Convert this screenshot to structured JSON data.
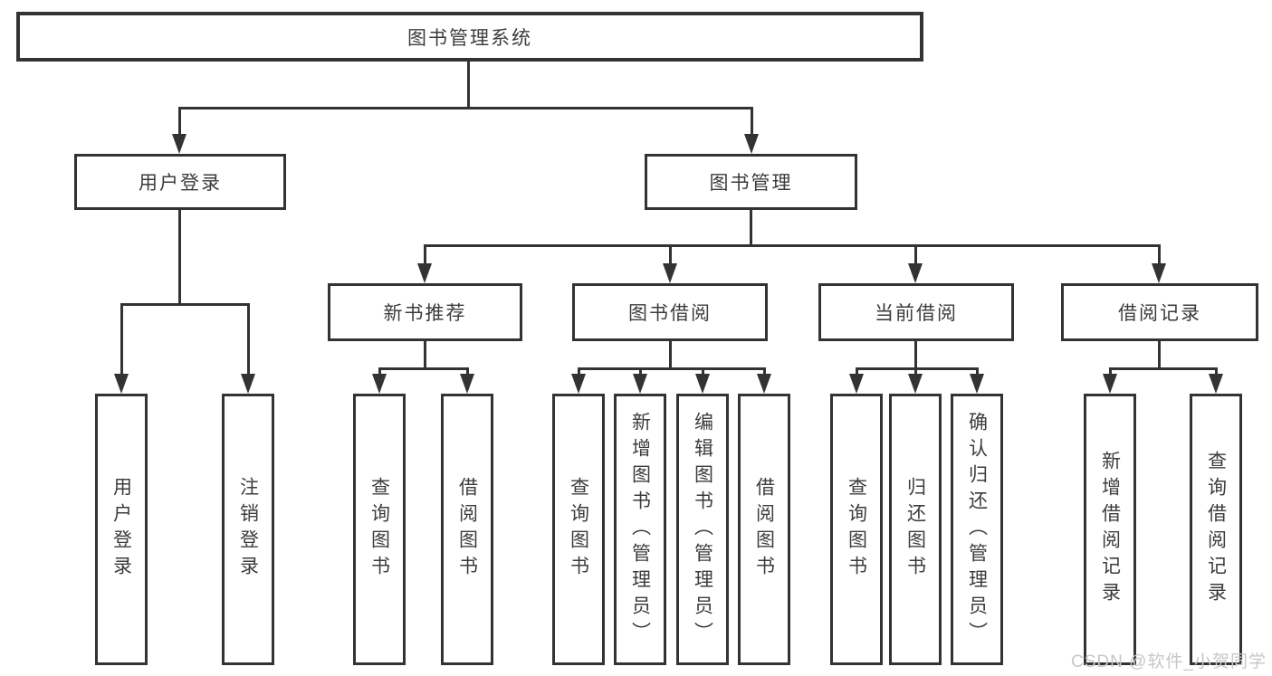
{
  "diagram": {
    "title": "图书管理系统",
    "root": {
      "label": "图书管理系统"
    },
    "level2": [
      {
        "label": "用户登录"
      },
      {
        "label": "图书管理"
      }
    ],
    "level3": [
      {
        "label": "新书推荐"
      },
      {
        "label": "图书借阅"
      },
      {
        "label": "当前借阅"
      },
      {
        "label": "借阅记录"
      }
    ],
    "leaves": {
      "user_login": [
        "用户登录",
        "注销登录"
      ],
      "new_book": [
        "查询图书",
        "借阅图书"
      ],
      "book_borrow": [
        "查询图书",
        "新增图书（管理员）",
        "编辑图书（管理员）",
        "借阅图书"
      ],
      "current_borrow": [
        "查询图书",
        "归还图书",
        "确认归还（管理员）"
      ],
      "borrow_records": [
        "新增借阅记录",
        "查询借阅记录"
      ]
    },
    "watermark": "CSDN @软件_小贺同学",
    "colors": {
      "line": "#333333",
      "text": "#3c3c3c",
      "watermark": "#c7c7c7",
      "background": "#ffffff"
    }
  }
}
